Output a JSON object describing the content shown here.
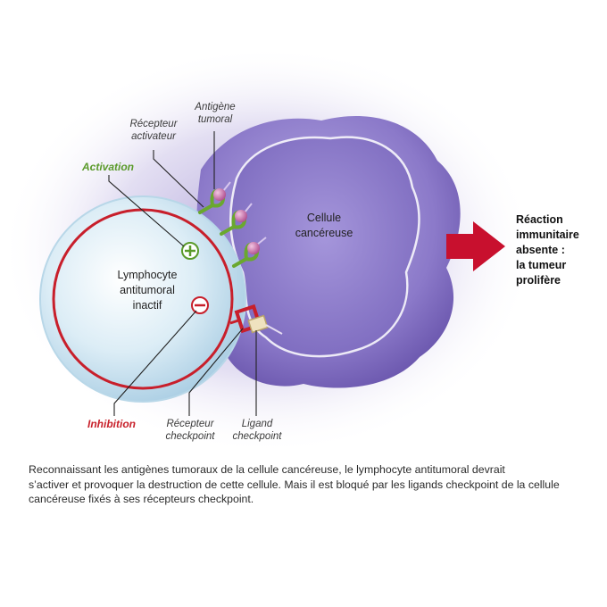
{
  "labels": {
    "activation": "Activation",
    "inhibition": "Inhibition",
    "recepteur_activateur": [
      "Récepteur",
      "activateur"
    ],
    "antigene_tumoral": [
      "Antigène",
      "tumoral"
    ],
    "recepteur_checkpoint": [
      "Récepteur",
      "checkpoint"
    ],
    "ligand_checkpoint": [
      "Ligand",
      "checkpoint"
    ],
    "lymphocyte": [
      "Lymphocyte",
      "antitumoral",
      "inactif"
    ],
    "cellule": [
      "Cellule",
      "cancéreuse"
    ],
    "reaction": [
      "Réaction",
      "immunitaire",
      "absente :",
      "la tumeur",
      "prolifère"
    ]
  },
  "caption": [
    "Reconnaissant les antigènes tumoraux de la cellule cancéreuse, le lymphocyte antitumoral devrait",
    "s’activer et provoquer la destruction de cette cellule. Mais il est bloqué par les ligands checkpoint de la cellule",
    "cancéreuse fixés à ses récepteurs checkpoint."
  ],
  "colors": {
    "activation": "#5a9a2a",
    "inhibition": "#c8202a",
    "arrow": "#c8102e",
    "cancer_cell": "#8a78c8",
    "lymphocyte": "#cfe6f2"
  },
  "icons": {
    "plus_sign": "+",
    "minus_sign": "−"
  }
}
